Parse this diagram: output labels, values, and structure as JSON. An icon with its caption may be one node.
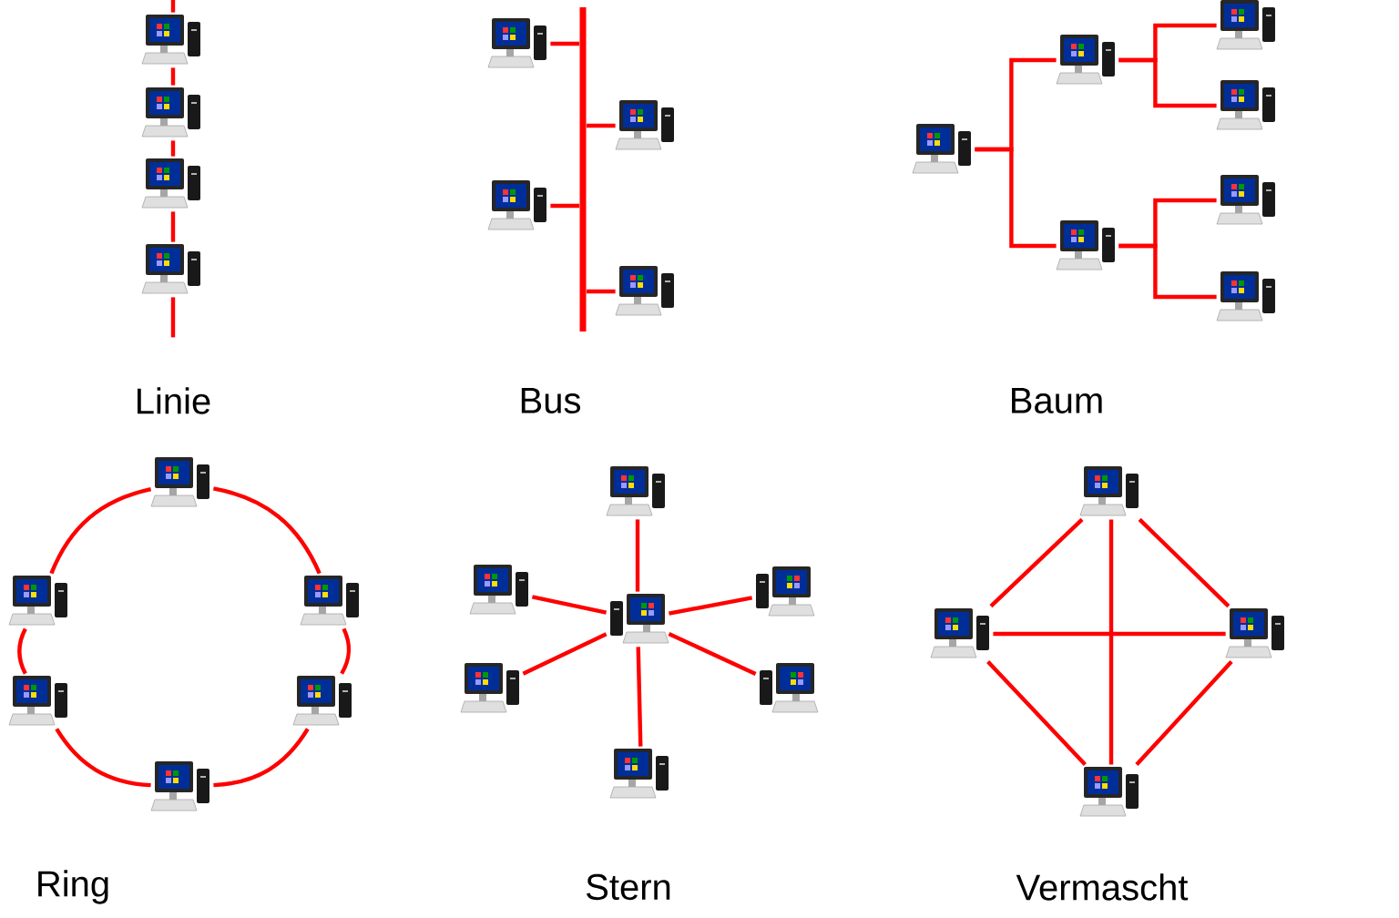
{
  "diagram": {
    "nodes": [
      {
        "text": [],
        "shape": "picture"
      },
      {
        "text": [],
        "shape": "picture"
      },
      {
        "text": [],
        "shape": "picture"
      },
      {
        "text": [],
        "shape": "picture"
      },
      {
        "text": [],
        "shape": "picture"
      },
      {
        "text": [],
        "shape": "picture"
      },
      {
        "text": [],
        "shape": "picture"
      },
      {
        "text": [],
        "shape": "picture"
      },
      {
        "text": [],
        "shape": "bar"
      },
      {
        "text": [],
        "shape": "picture"
      },
      {
        "text": [],
        "shape": "picture"
      },
      {
        "text": [],
        "shape": "picture"
      },
      {
        "text": [],
        "shape": "picture"
      },
      {
        "text": [],
        "shape": "picture"
      },
      {
        "text": [],
        "shape": "picture"
      },
      {
        "text": [],
        "shape": "picture"
      },
      {
        "text": [],
        "shape": "picture"
      },
      {
        "text": [],
        "shape": "picture"
      },
      {
        "text": [],
        "shape": "picture"
      },
      {
        "text": [],
        "shape": "picture"
      },
      {
        "text": [],
        "shape": "picture"
      },
      {
        "text": [],
        "shape": "picture"
      },
      {
        "text": [],
        "shape": "picture"
      },
      {
        "text": [],
        "shape": "picture"
      },
      {
        "text": [],
        "shape": "picture"
      },
      {
        "text": [],
        "shape": "picture"
      },
      {
        "text": [],
        "shape": "picture"
      },
      {
        "text": [],
        "shape": "picture"
      },
      {
        "text": [],
        "shape": "picture"
      },
      {
        "text": [],
        "shape": "picture"
      },
      {
        "text": [],
        "shape": "picture"
      },
      {
        "text": [],
        "shape": "picture"
      },
      {
        "text": [],
        "shape": "picture"
      }
    ],
    "edges": [
      {
        "from": null,
        "to": 0,
        "arrow": "none"
      },
      {
        "from": 0,
        "to": 1,
        "arrow": "none"
      },
      {
        "from": 1,
        "to": 2,
        "arrow": "none"
      },
      {
        "from": 2,
        "to": 3,
        "arrow": "none"
      },
      {
        "from": 3,
        "to": null,
        "arrow": "none"
      },
      {
        "from": 4,
        "to": 8,
        "arrow": "none"
      },
      {
        "from": 5,
        "to": 8,
        "arrow": "none"
      },
      {
        "from": 6,
        "to": 8,
        "arrow": "none"
      },
      {
        "from": 7,
        "to": 8,
        "arrow": "none"
      },
      {
        "from": 9,
        "to": 10,
        "arrow": "none"
      },
      {
        "from": 9,
        "to": 11,
        "arrow": "none"
      },
      {
        "from": 10,
        "to": 12,
        "arrow": "none"
      },
      {
        "from": 10,
        "to": 13,
        "arrow": "none"
      },
      {
        "from": 11,
        "to": 14,
        "arrow": "none"
      },
      {
        "from": 11,
        "to": 15,
        "arrow": "none"
      },
      {
        "from": 16,
        "to": 17,
        "arrow": "none"
      },
      {
        "from": 17,
        "to": 18,
        "arrow": "none"
      },
      {
        "from": 18,
        "to": 19,
        "arrow": "none"
      },
      {
        "from": 19,
        "to": 20,
        "arrow": "none"
      },
      {
        "from": 20,
        "to": 21,
        "arrow": "none"
      },
      {
        "from": 21,
        "to": 16,
        "arrow": "none"
      },
      {
        "from": 22,
        "to": 23,
        "arrow": "none"
      },
      {
        "from": 22,
        "to": 24,
        "arrow": "none"
      },
      {
        "from": 22,
        "to": 25,
        "arrow": "none"
      },
      {
        "from": 22,
        "to": 26,
        "arrow": "none"
      },
      {
        "from": 22,
        "to": 27,
        "arrow": "none"
      },
      {
        "from": 22,
        "to": 28,
        "arrow": "none"
      },
      {
        "from": 29,
        "to": 30,
        "arrow": "none"
      },
      {
        "from": 29,
        "to": 31,
        "arrow": "none"
      },
      {
        "from": 29,
        "to": 32,
        "arrow": "none"
      },
      {
        "from": 30,
        "to": 31,
        "arrow": "none"
      },
      {
        "from": 30,
        "to": 32,
        "arrow": "none"
      },
      {
        "from": 31,
        "to": 32,
        "arrow": "none"
      }
    ],
    "labels": [
      "Linie",
      "Bus",
      "Baum",
      "Ring",
      "Stern",
      "Vermascht"
    ]
  }
}
